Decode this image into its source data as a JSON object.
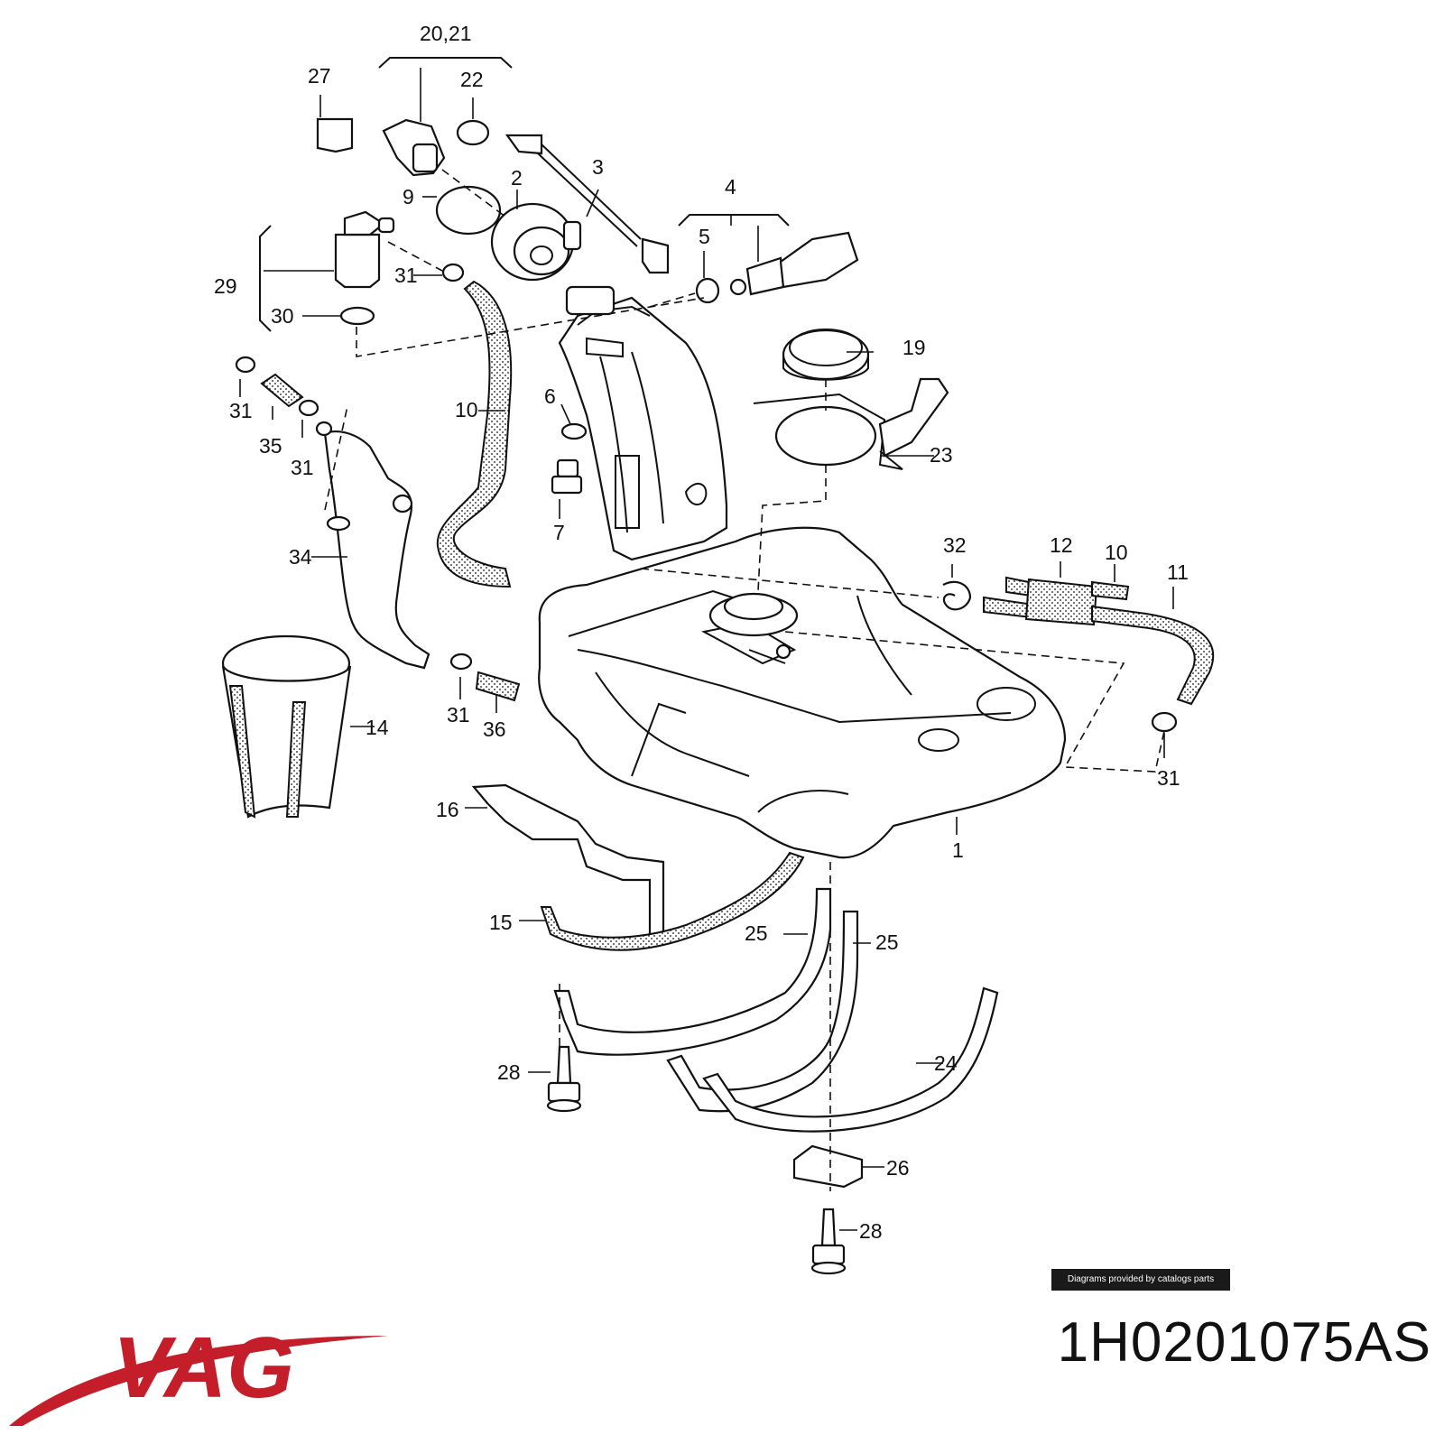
{
  "diagram": {
    "callouts": [
      {
        "id": "c-20-21",
        "text": "20,21"
      },
      {
        "id": "c-27",
        "text": "27"
      },
      {
        "id": "c-22",
        "text": "22"
      },
      {
        "id": "c-3",
        "text": "3"
      },
      {
        "id": "c-2",
        "text": "2"
      },
      {
        "id": "c-9",
        "text": "9"
      },
      {
        "id": "c-4",
        "text": "4"
      },
      {
        "id": "c-5",
        "text": "5"
      },
      {
        "id": "c-29",
        "text": "29"
      },
      {
        "id": "c-31a",
        "text": "31"
      },
      {
        "id": "c-30",
        "text": "30"
      },
      {
        "id": "c-19",
        "text": "19"
      },
      {
        "id": "c-10a",
        "text": "10"
      },
      {
        "id": "c-6",
        "text": "6"
      },
      {
        "id": "c-31b",
        "text": "31"
      },
      {
        "id": "c-35",
        "text": "35"
      },
      {
        "id": "c-31c",
        "text": "31"
      },
      {
        "id": "c-23",
        "text": "23"
      },
      {
        "id": "c-7",
        "text": "7"
      },
      {
        "id": "c-34",
        "text": "34"
      },
      {
        "id": "c-32",
        "text": "32"
      },
      {
        "id": "c-12",
        "text": "12"
      },
      {
        "id": "c-10b",
        "text": "10"
      },
      {
        "id": "c-11",
        "text": "11"
      },
      {
        "id": "c-14",
        "text": "14"
      },
      {
        "id": "c-31d",
        "text": "31"
      },
      {
        "id": "c-36",
        "text": "36"
      },
      {
        "id": "c-31e",
        "text": "31"
      },
      {
        "id": "c-16",
        "text": "16"
      },
      {
        "id": "c-1",
        "text": "1"
      },
      {
        "id": "c-15",
        "text": "15"
      },
      {
        "id": "c-25a",
        "text": "25"
      },
      {
        "id": "c-25b",
        "text": "25"
      },
      {
        "id": "c-24",
        "text": "24"
      },
      {
        "id": "c-28a",
        "text": "28"
      },
      {
        "id": "c-26",
        "text": "26"
      },
      {
        "id": "c-28b",
        "text": "28"
      }
    ]
  },
  "credit": "Diagrams provided by catalogs parts",
  "brand": "VAG",
  "part_number": "1H0201075AS",
  "colors": {
    "brand": "#c41e2a",
    "line": "#111111",
    "badge": "#1a1a1a"
  }
}
